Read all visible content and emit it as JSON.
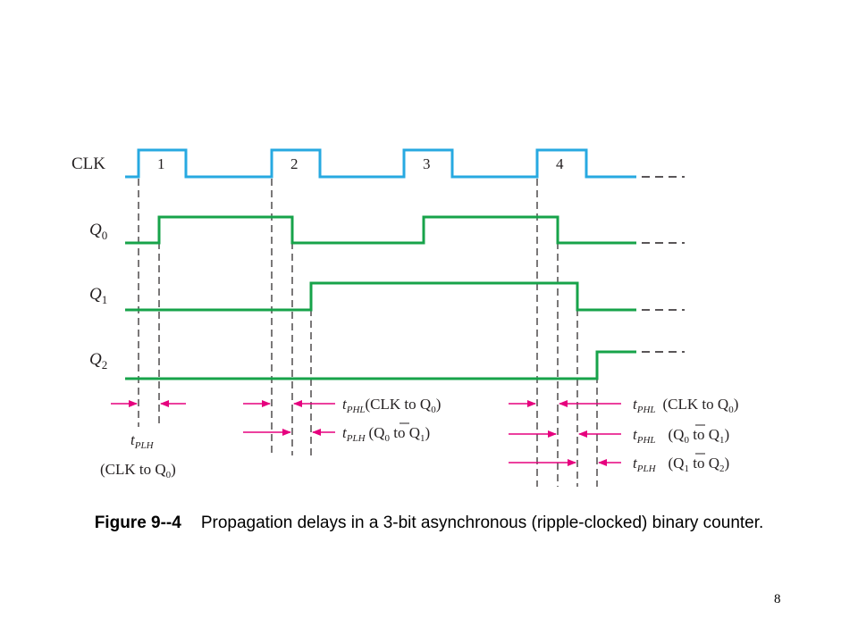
{
  "colors": {
    "clk": "#27a9e1",
    "q": "#17a34a",
    "arrow": "#e6007e",
    "guide": "#231f20",
    "text": "#231f20"
  },
  "signals": {
    "clk": "CLK",
    "q0": {
      "letter": "Q",
      "sub": "0"
    },
    "q1": {
      "letter": "Q",
      "sub": "1"
    },
    "q2": {
      "letter": "Q",
      "sub": "2"
    }
  },
  "pulses": [
    "1",
    "2",
    "3",
    "4"
  ],
  "annotations": {
    "tplh_left": {
      "t": "t",
      "sub": "PLH",
      "desc": "(CLK to Q",
      "desc_sub": "0",
      "desc_end": ")"
    },
    "pulse2_line1": {
      "t": "t",
      "sub": "PHL",
      "desc": "(CLK to Q",
      "desc_sub": "0",
      "desc_end": ")"
    },
    "pulse2_line2": {
      "t": "t",
      "sub": "PLH",
      "desc": "(Q",
      "desc_sub": "0",
      "mid": " to Q",
      "mid_sub": "1",
      "desc_end": ")"
    },
    "pulse4_line1": {
      "t": "t",
      "sub": "PHL",
      "desc": "(CLK to Q",
      "desc_sub": "0",
      "desc_end": ")"
    },
    "pulse4_line2": {
      "t": "t",
      "sub": "PHL",
      "desc": "(Q",
      "desc_sub": "0",
      "mid": " to Q",
      "mid_sub": "1",
      "desc_end": ")"
    },
    "pulse4_line3": {
      "t": "t",
      "sub": "PLH",
      "desc": "(Q",
      "desc_sub": "1",
      "mid": " to Q",
      "mid_sub": "2",
      "desc_end": ")"
    }
  },
  "caption": {
    "figure": "Figure 9--4",
    "text": "Propagation delays in a 3-bit asynchronous (ripple-clocked) binary counter."
  },
  "page_number": "8"
}
